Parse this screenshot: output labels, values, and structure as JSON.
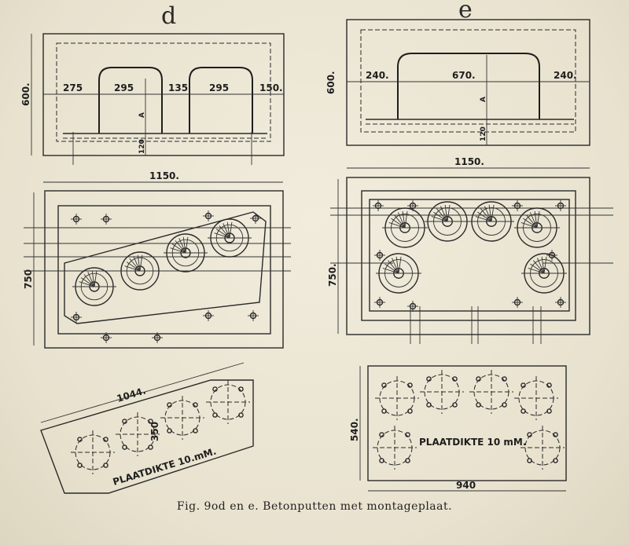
{
  "figure": {
    "caption": "Fig. 9od en e. Betonputten met montageplaat.",
    "colors": {
      "paper": "#ece7d6",
      "ink": "#2a2a2a"
    }
  },
  "panel_d": {
    "letter": "d",
    "section_dims": {
      "height": "600.",
      "w1": "275",
      "opening1": "295",
      "w2": "135",
      "opening2": "295",
      "w3": "150.",
      "a_label": "A",
      "depth": "120"
    },
    "plan_dims": {
      "width": "1150.",
      "height": "750"
    },
    "plate_dims": {
      "length": "1044.",
      "width": "350",
      "note": "PLAATDIKTE 10.mM."
    }
  },
  "panel_e": {
    "letter": "e",
    "section_dims": {
      "height": "600.",
      "w1": "240.",
      "opening": "670.",
      "w2": "240.",
      "a_label": "A",
      "depth": "120"
    },
    "plan_dims": {
      "width": "1150.",
      "height": "750."
    },
    "plate_dims": {
      "width": "940",
      "height": "540.",
      "note": "PLAATDIKTE 10 mM."
    }
  }
}
